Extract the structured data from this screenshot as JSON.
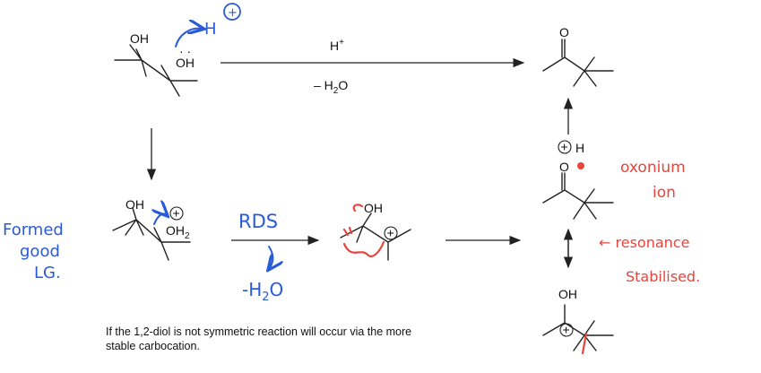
{
  "atoms": {
    "oh": "OH",
    "o": "O",
    "h": "H",
    "oh2": "OH",
    "oh2_sub": "2",
    "h_plus_base": "H",
    "plus": "+",
    "h2o_prefix": "– H",
    "h2o_sub": "2",
    "h2o_suffix": "O"
  },
  "reagents": {
    "top_arrow_above": "H+",
    "top_arrow_below": "– H2O"
  },
  "annotations": {
    "formed_good_lg": [
      "Formed",
      "good",
      "LG."
    ],
    "rds": "RDS",
    "minus_h2o_hand": "-H",
    "minus_h2o_hand_sub": "2",
    "minus_h2o_hand_o": "O",
    "oxonium": [
      "oxonium",
      "ion"
    ],
    "resonance": [
      "← resonance",
      "Stabilised."
    ]
  },
  "note": "If the 1,2-diol is not symmetric reaction will occur via the more stable carbocation.",
  "colors": {
    "ink": "#222222",
    "blue": "#2a5bd7",
    "red": "#e8453c"
  }
}
